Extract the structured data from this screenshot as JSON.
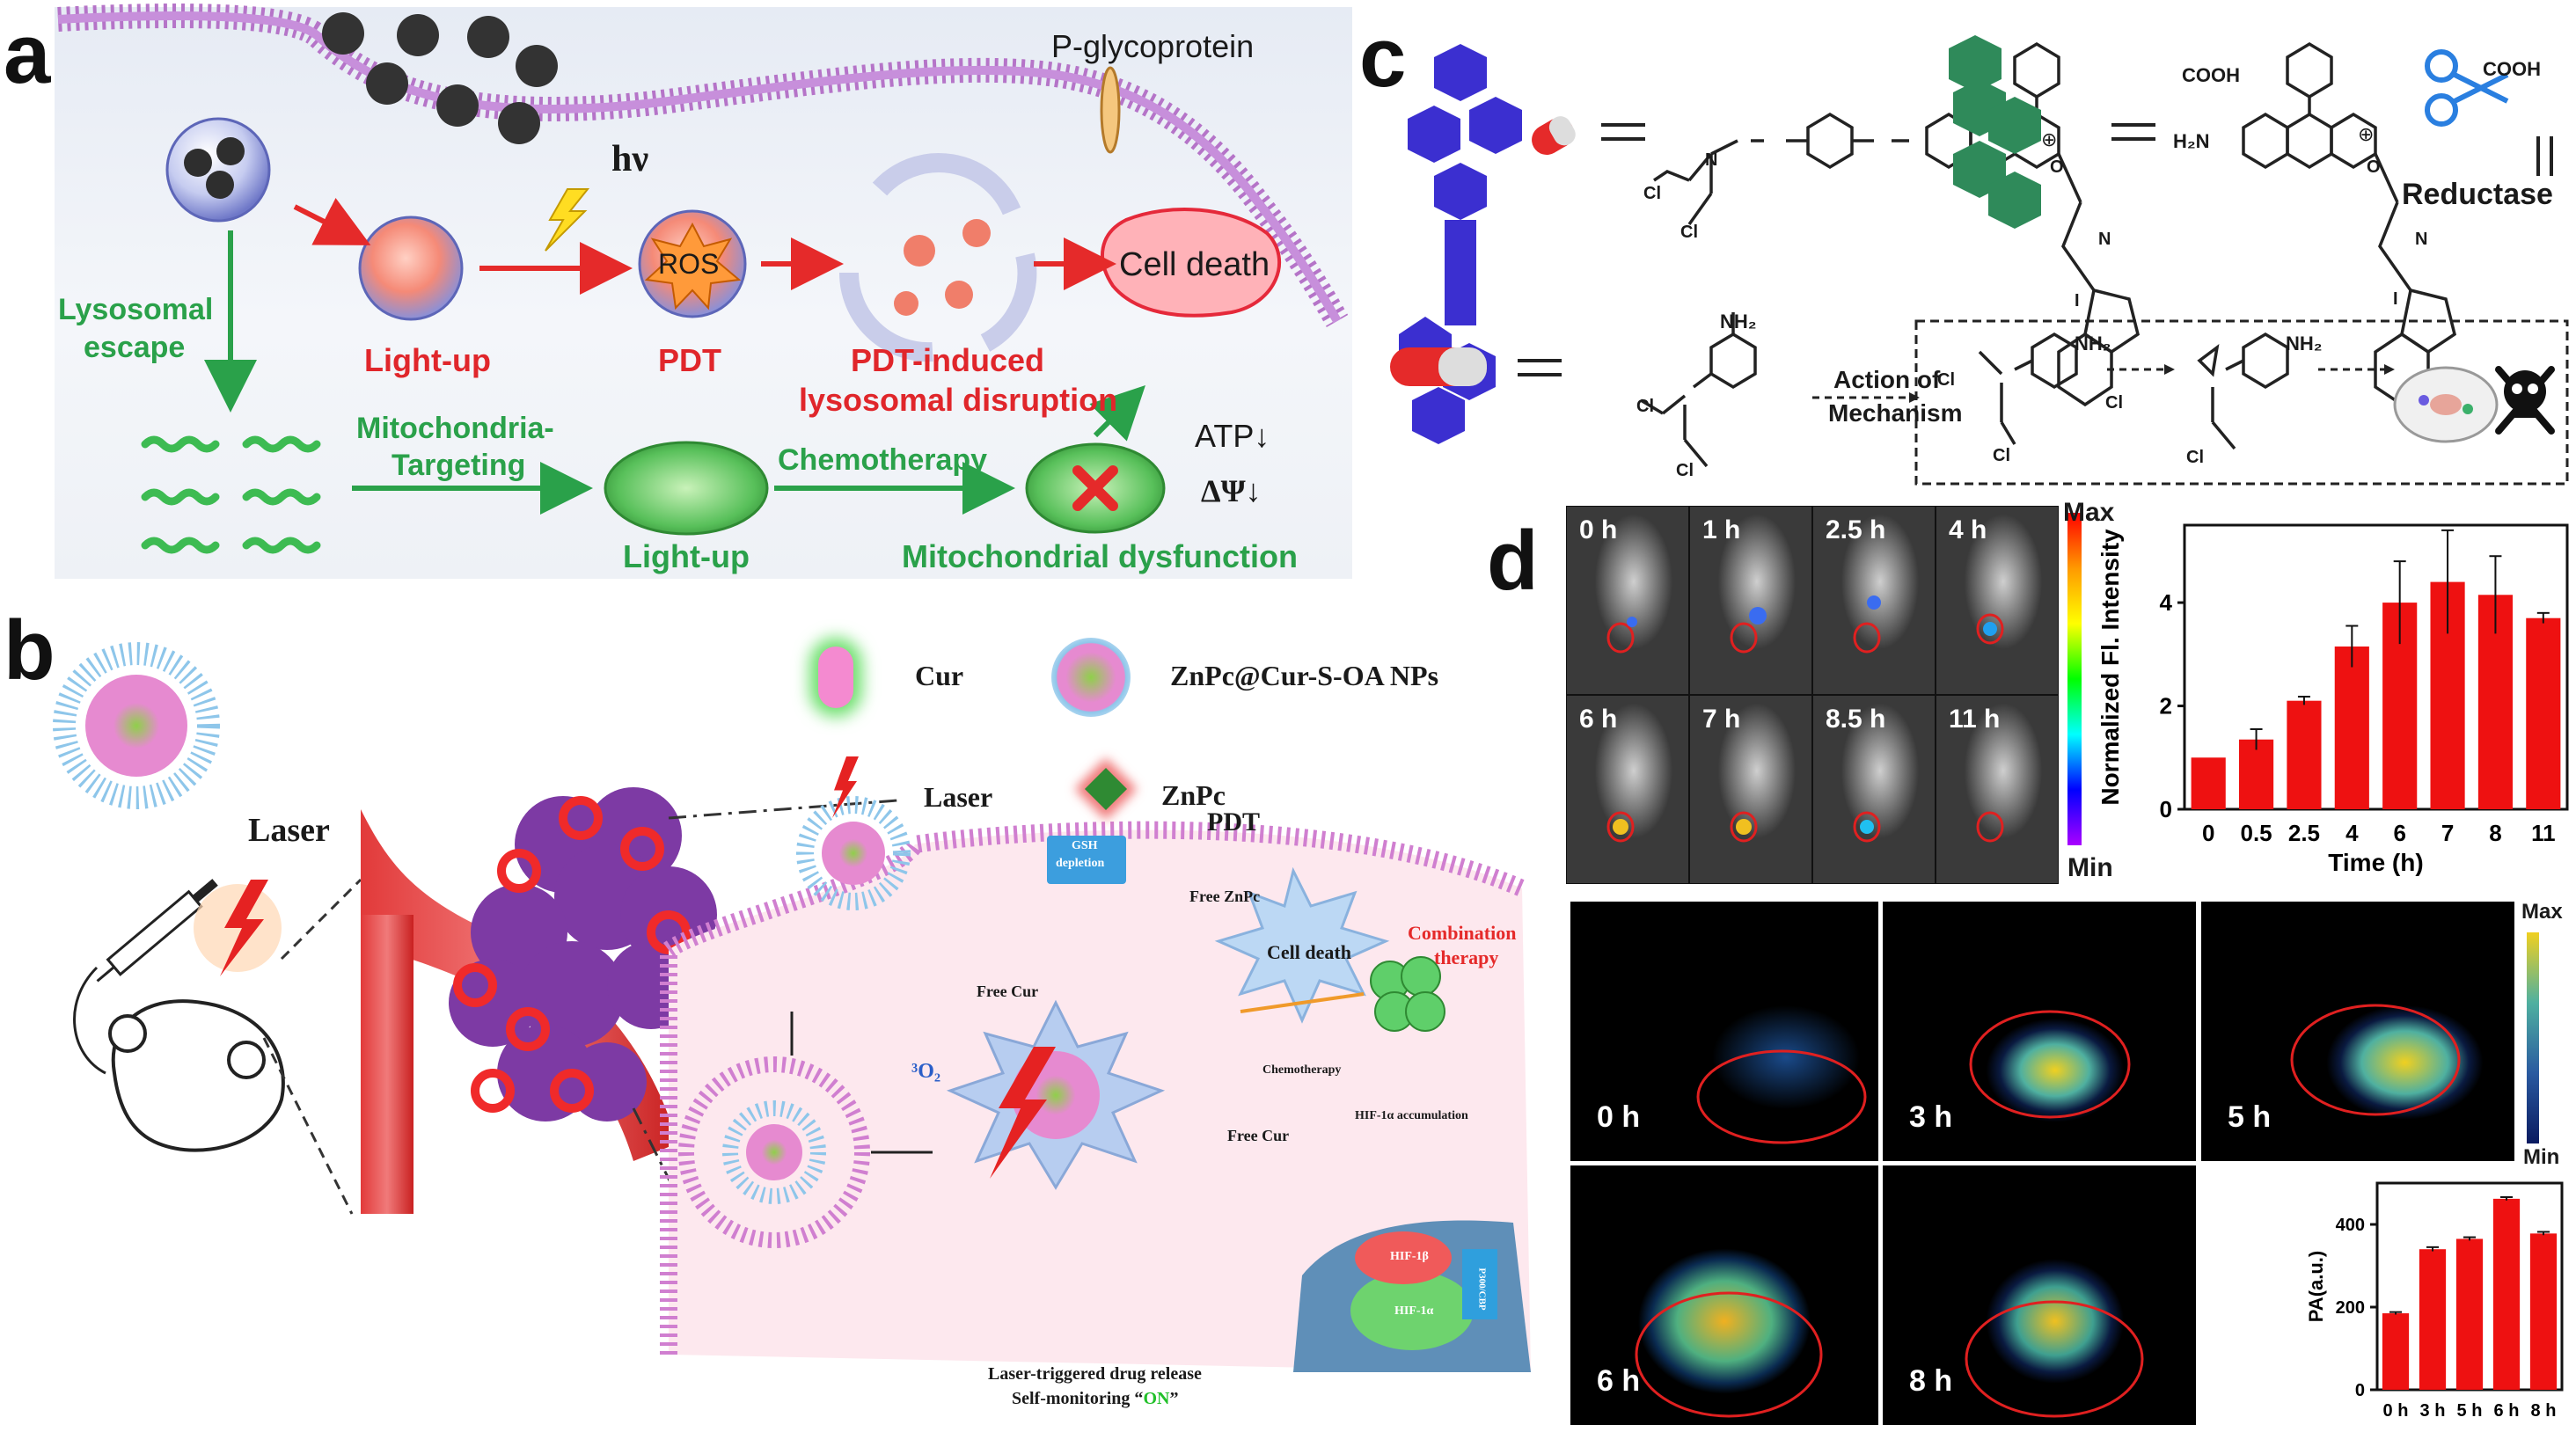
{
  "panel_a": {
    "letter": "a",
    "p_glycoprotein": "P-glycoprotein",
    "hv": "hν",
    "ros": "ROS",
    "cell_death": "Cell death",
    "lysosomal_escape_1": "Lysosomal",
    "lysosomal_escape_2": "escape",
    "light_up_red": "Light-up",
    "pdt": "PDT",
    "pdt_induced_1": "PDT-induced",
    "pdt_induced_2": "lysosomal disruption",
    "mito_targeting_1": "Mitochondria-",
    "mito_targeting_2": "Targeting",
    "chemotherapy": "Chemotherapy",
    "light_up_green": "Light-up",
    "mito_dysfunction": "Mitochondrial dysfunction",
    "atp": "ATP↓",
    "delta_psi": "ΔΨ↓"
  },
  "panel_b": {
    "letter": "b",
    "laser_left": "Laser",
    "legend_cur": "Cur",
    "legend_nps": "ZnPc@Cur-S-OA NPs",
    "legend_laser": "Laser",
    "legend_znpc": "ZnPc",
    "gsh_1": "GSH",
    "gsh_2": "depletion",
    "pdt": "PDT",
    "free_znpc": "Free ZnPc",
    "cell_death": "Cell death",
    "combination_1": "Combination",
    "combination_2": "therapy",
    "free_cur_1": "Free Cur",
    "free_cur_2": "Free Cur",
    "o2": "³O₂",
    "chemotherapy": "Chemotherapy",
    "hif_accum": "HIF-1α accumulation",
    "hif1b": "HIF-1β",
    "hif1a": "HIF-1α",
    "p300": "P300/CBP",
    "release_1": "Laser-triggered drug release",
    "release_2_pre": "Self-monitoring “",
    "release_2_on": "ON",
    "release_2_post": "”"
  },
  "panel_c": {
    "letter": "c",
    "cooh_1": "COOH",
    "cooh_2": "COOH",
    "h2n": "H₂N",
    "reductase": "Reductase",
    "nh2_1": "NH₂",
    "nh2_2": "NH₂",
    "nh2_3": "NH₂",
    "action_1": "Action of",
    "action_2": "Mechanism",
    "cl": "Cl",
    "n": "N",
    "o": "O",
    "i": "I",
    "plus": "⊕"
  },
  "panel_d": {
    "letter": "d",
    "fl_times": [
      "0 h",
      "1 h",
      "2.5 h",
      "4 h",
      "6 h",
      "7 h",
      "8.5 h",
      "11 h"
    ],
    "scale_max": "Max",
    "scale_min": "Min",
    "pa_times": [
      "0 h",
      "3 h",
      "5 h",
      "6 h",
      "8 h"
    ],
    "pa_scale_max": "Max",
    "pa_scale_min": "Min"
  },
  "chart_data": [
    {
      "type": "bar",
      "title": "",
      "xlabel": "Time (h)",
      "ylabel": "Normalized Fl. Intensity",
      "categories": [
        "0",
        "0.5",
        "2.5",
        "4",
        "6",
        "7",
        "8",
        "11"
      ],
      "values": [
        1.0,
        1.35,
        2.1,
        3.15,
        4.0,
        4.4,
        4.15,
        3.7
      ],
      "errors": [
        0.0,
        0.2,
        0.08,
        0.4,
        0.8,
        1.0,
        0.75,
        0.1
      ],
      "ylim": [
        0,
        5.5
      ],
      "yticks": [
        0,
        2,
        4
      ],
      "color": "#ee1111"
    },
    {
      "type": "bar",
      "title": "",
      "xlabel": "",
      "ylabel": "PA(a.u.)",
      "categories": [
        "0 h",
        "3 h",
        "5 h",
        "6 h",
        "8 h"
      ],
      "values": [
        185,
        340,
        365,
        462,
        378
      ],
      "errors": [
        3,
        5,
        4,
        4,
        4
      ],
      "ylim": [
        0,
        500
      ],
      "yticks": [
        0,
        200,
        400
      ],
      "color": "#ee1111"
    }
  ]
}
